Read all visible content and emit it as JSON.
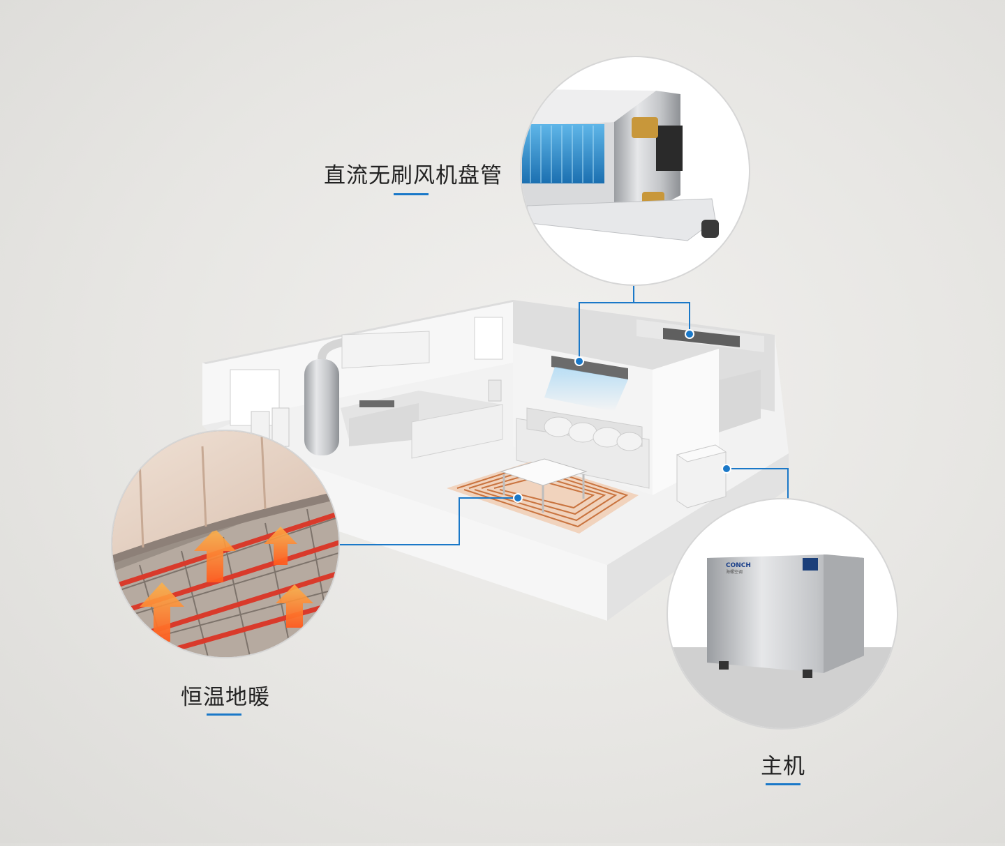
{
  "callouts": {
    "fan_coil": {
      "label": "直流无刷风机盘管"
    },
    "floor_heating": {
      "label": "恒温地暖"
    },
    "host_unit": {
      "label": "主机",
      "brand": "CONCH",
      "brand_sub": "海螺空调"
    }
  },
  "colors": {
    "accent": "#1a78c8",
    "heating_pipe": "#d93a2b",
    "heat_arrow": "#ff8a1e",
    "wall": "#f4f4f4",
    "floor": "#ececec"
  },
  "icons": {
    "connector_dot": "blue-dot-icon",
    "heat_arrow": "up-arrow-icon"
  }
}
